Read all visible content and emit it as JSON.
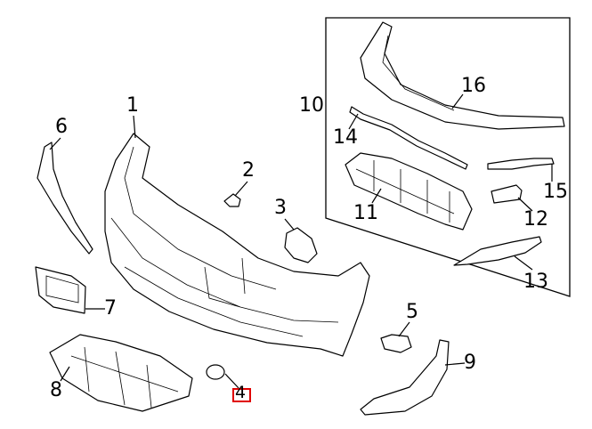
{
  "diagram": {
    "callouts": [
      {
        "id": "1",
        "label": "1"
      },
      {
        "id": "2",
        "label": "2"
      },
      {
        "id": "3",
        "label": "3"
      },
      {
        "id": "4",
        "label": "4"
      },
      {
        "id": "5",
        "label": "5"
      },
      {
        "id": "6",
        "label": "6"
      },
      {
        "id": "7",
        "label": "7"
      },
      {
        "id": "8",
        "label": "8"
      },
      {
        "id": "9",
        "label": "9"
      },
      {
        "id": "10",
        "label": "10"
      },
      {
        "id": "11",
        "label": "11"
      },
      {
        "id": "12",
        "label": "12"
      },
      {
        "id": "13",
        "label": "13"
      },
      {
        "id": "14",
        "label": "14"
      },
      {
        "id": "15",
        "label": "15"
      },
      {
        "id": "16",
        "label": "16"
      }
    ],
    "highlighted_callout": "4",
    "highlight_color": "#e00000"
  }
}
